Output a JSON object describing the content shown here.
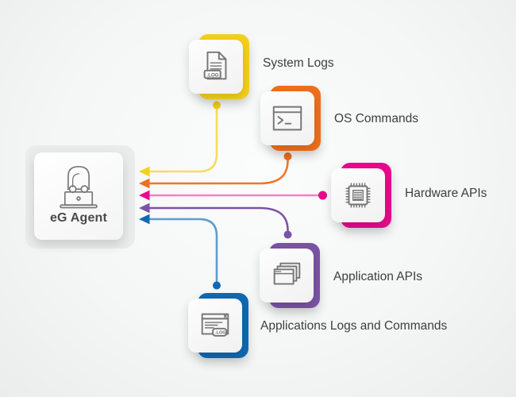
{
  "agent": {
    "label": "eG Agent",
    "icon": "person-laptop-icon"
  },
  "sources": [
    {
      "label": "System Logs",
      "icon": "log-file-icon",
      "badge": ".LOG",
      "color": "#F5CF1E",
      "line_opacity": 0.7
    },
    {
      "label": "OS Commands",
      "icon": "terminal-icon",
      "color": "#EF6F1D",
      "line_opacity": 0.95
    },
    {
      "label": "Hardware APIs",
      "icon": "cpu-chip-icon",
      "color": "#E9098C",
      "line_opacity": 0.5
    },
    {
      "label": "Application APIs",
      "icon": "stacked-windows-icon",
      "color": "#7B53A5",
      "line_opacity": 1
    },
    {
      "label": "Applications Logs and Commands",
      "icon": "log-window-icon",
      "badge": ".LOG",
      "color": "#0F69B4",
      "line_opacity": 0.65
    }
  ]
}
